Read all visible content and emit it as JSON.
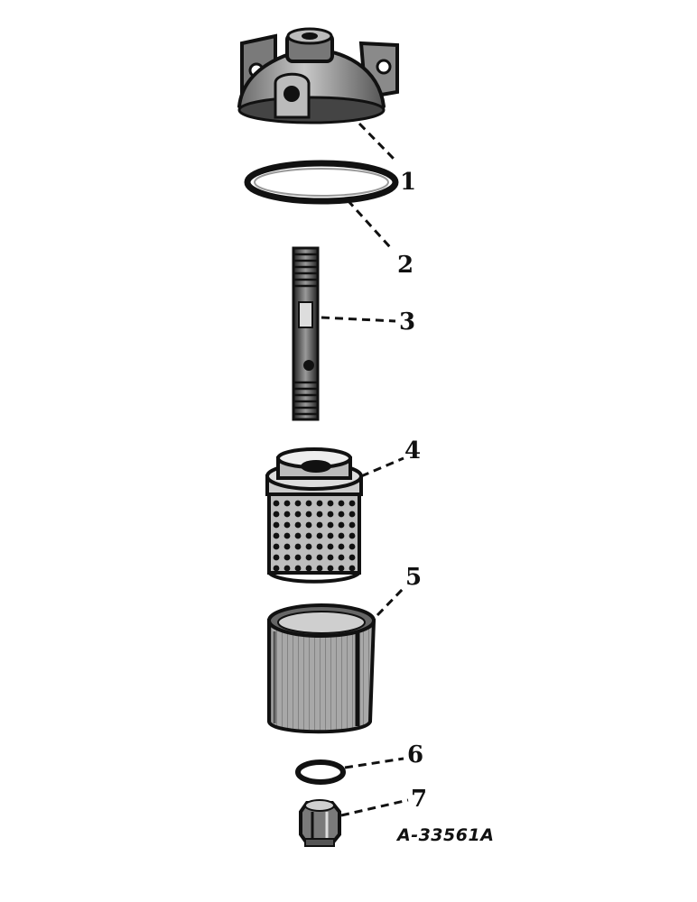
{
  "figure_id": "A-33561A",
  "parts": [
    {
      "number": "1",
      "icon": "filter-head-cap-icon"
    },
    {
      "number": "2",
      "icon": "gasket-ring-icon"
    },
    {
      "number": "3",
      "icon": "center-stud-icon"
    },
    {
      "number": "4",
      "icon": "filter-element-icon"
    },
    {
      "number": "5",
      "icon": "filter-bowl-icon"
    },
    {
      "number": "6",
      "icon": "washer-icon"
    },
    {
      "number": "7",
      "icon": "drain-nut-icon"
    }
  ],
  "colors": {
    "ink": "#111111",
    "paper": "#ffffff",
    "shade": "#9a9a9a"
  }
}
